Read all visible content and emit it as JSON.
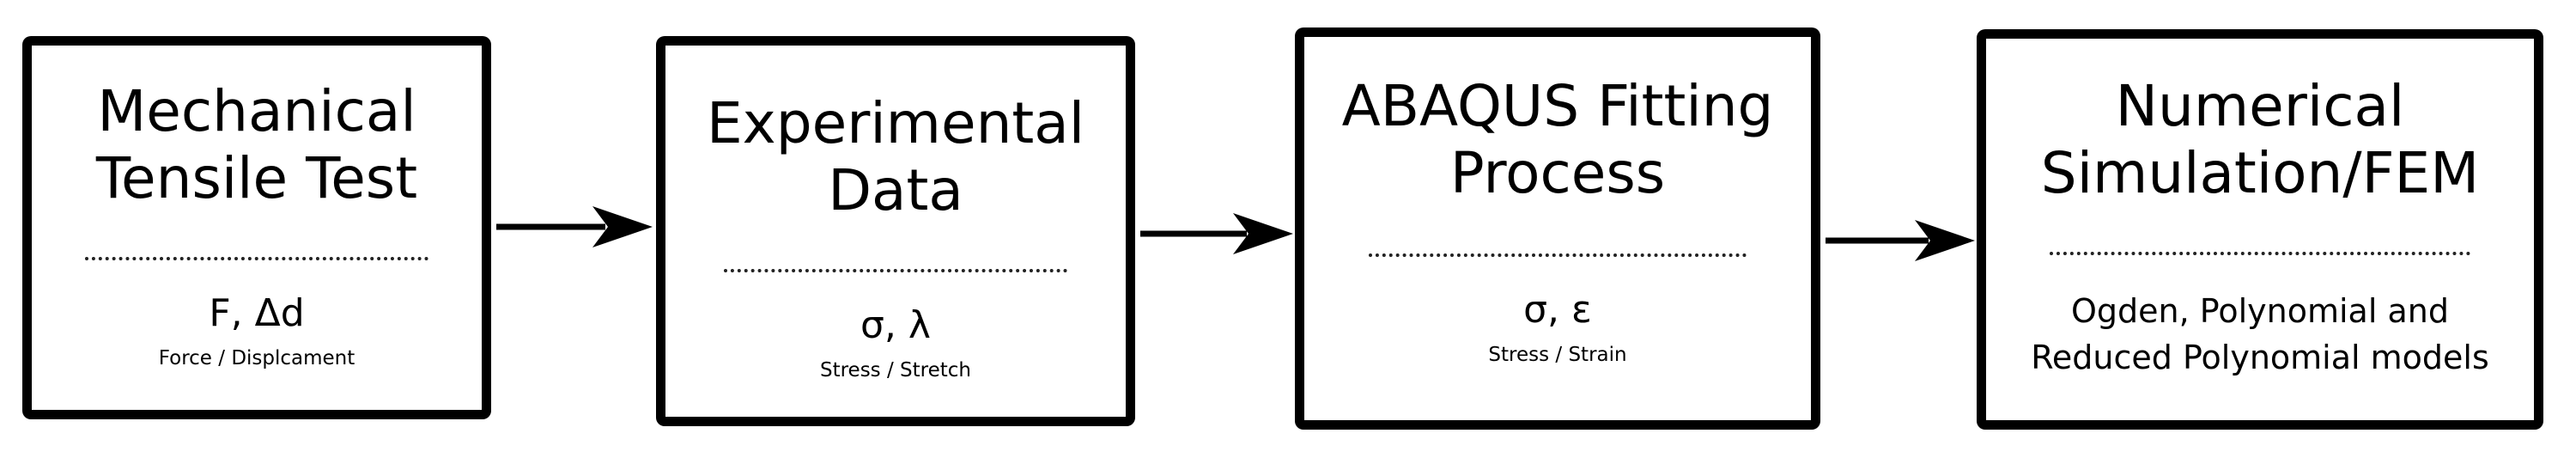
{
  "steps": [
    {
      "title": "Mechanical\nTensile Test",
      "symbols": "F, Δd",
      "caption": "Force / Displcament"
    },
    {
      "title": "Experimental\nData",
      "symbols": "σ, λ",
      "caption": "Stress / Stretch"
    },
    {
      "title": "ABAQUS Fitting\nProcess",
      "symbols": "σ, ε",
      "caption": "Stress / Strain"
    },
    {
      "title": "Numerical\nSimulation/FEM",
      "models": "Ogden, Polynomial and\nReduced Polynomial models"
    }
  ],
  "colors": {
    "stroke": "#000000",
    "background": "#ffffff"
  }
}
